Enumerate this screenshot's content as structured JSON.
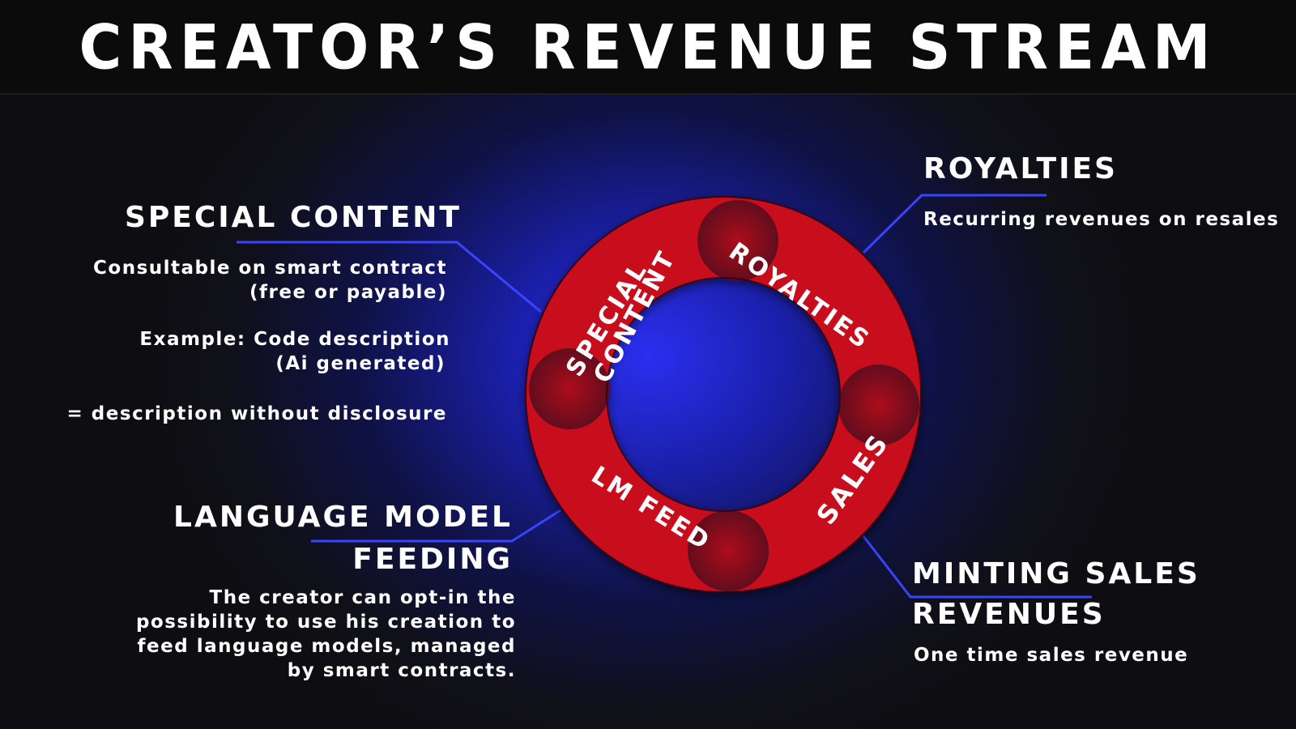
{
  "title": "CREATOR’S REVENUE STREAM",
  "colors": {
    "ring_red": "#c8101c",
    "ring_dark": "#4a0a1e",
    "connector": "#3a43ff",
    "background_blue": "#2b2ff0",
    "background_dark": "#0e0e12"
  },
  "ring": {
    "segments": [
      {
        "id": "special",
        "line1": "SPECIAL",
        "line2": "CONTENT"
      },
      {
        "id": "royalties",
        "line1": "ROYALTIES"
      },
      {
        "id": "sales",
        "line1": "SALES"
      },
      {
        "id": "lm",
        "line1": "LM FEED"
      }
    ]
  },
  "special_content": {
    "heading": "SPECIAL CONTENT",
    "desc_line1": "Consultable on smart contract",
    "desc_line2": "(free or payable)",
    "example_line1": "Example: Code description",
    "example_line2": "(Ai generated)",
    "note": "= description without disclosure"
  },
  "royalties": {
    "heading": "ROYALTIES",
    "desc": "Recurring revenues on resales"
  },
  "lm_feeding": {
    "heading_line1": "LANGUAGE MODEL",
    "heading_line2": "FEEDING",
    "desc_line1": "The creator can opt-in the",
    "desc_line2": "possibility to use his creation to",
    "desc_line3": "feed language models, managed",
    "desc_line4": "by smart contracts."
  },
  "minting_sales": {
    "heading_line1": "MINTING SALES",
    "heading_line2": "REVENUES",
    "desc": "One time sales revenue"
  }
}
